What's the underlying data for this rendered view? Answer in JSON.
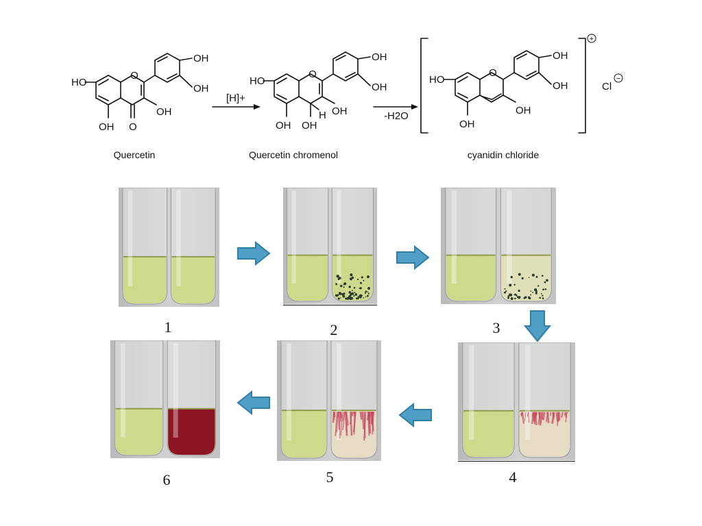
{
  "scheme": {
    "compounds": [
      {
        "name": "Quercetin"
      },
      {
        "name": "Quercetin chromenol"
      },
      {
        "name": "cyanidin chloride"
      }
    ],
    "arrow1_label": "[H]+",
    "arrow2_label": "-H2O",
    "atom_labels": {
      "O": "O",
      "OH": "OH",
      "HO": "HO",
      "H": "H"
    },
    "counter_ion": "Cl",
    "charge_plus": "+",
    "charge_minus": "−"
  },
  "photos": [
    {
      "step": "1",
      "tube_left": "yellow",
      "tube_right": "yellow"
    },
    {
      "step": "2",
      "tube_left": "yellow",
      "tube_right": "yellow with dark particles"
    },
    {
      "step": "3",
      "tube_left": "yellow",
      "tube_right": "pale yellow with dark particles"
    },
    {
      "step": "4",
      "tube_left": "yellow",
      "tube_right": "pale with red streaks at top"
    },
    {
      "step": "5",
      "tube_left": "yellow",
      "tube_right": "red streaks spreading"
    },
    {
      "step": "6",
      "tube_left": "yellow",
      "tube_right": "deep red"
    }
  ],
  "colors": {
    "solution_yellow": "#cfd98c",
    "deep_red": "#8c1522",
    "red_streak": "#c84760",
    "flow_arrow": "#4f9ec4",
    "flow_arrow_edge": "#2f7ea3",
    "photo_background": "#cfd0cf"
  },
  "icons": {
    "flow_arrow": "right-arrow-icon",
    "particles": "dark-particle-dots"
  }
}
